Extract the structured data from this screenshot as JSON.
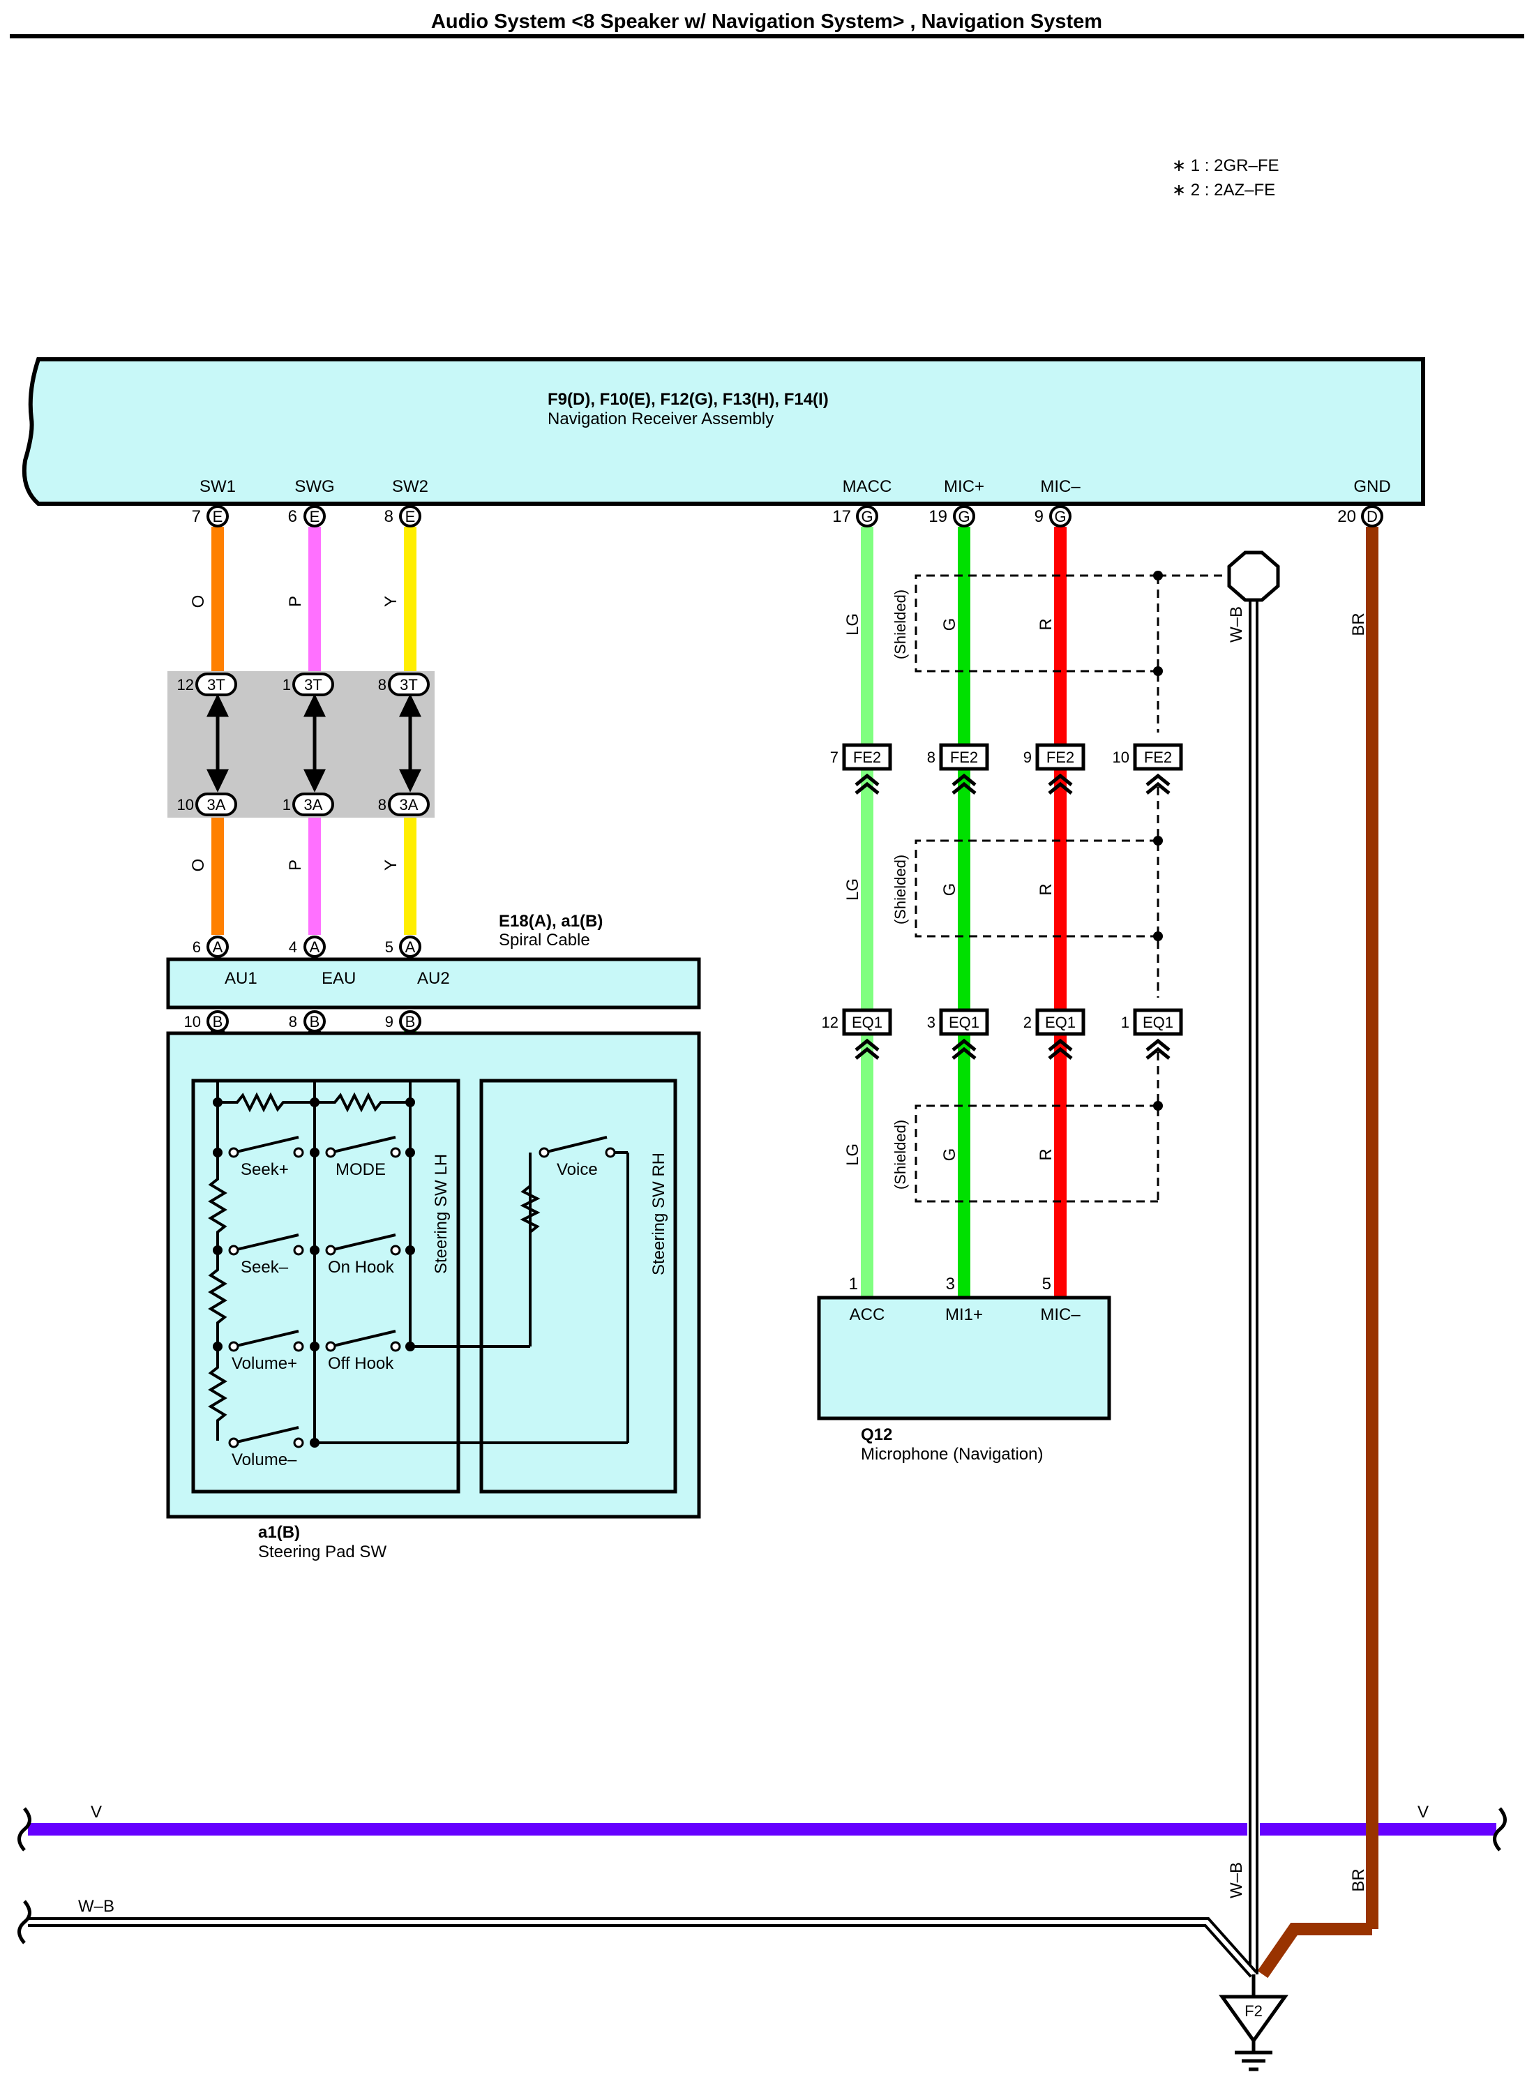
{
  "title": "Audio System <8 Speaker w/ Navigation System> , Navigation System",
  "notes": [
    {
      "mark": "∗",
      "text": "1 : 2GR–FE"
    },
    {
      "mark": "∗",
      "text": "2 : 2AZ–FE"
    }
  ],
  "nav_receiver": {
    "connectors": "F9(D), F10(E), F12(G), F13(H), F14(I)",
    "name": "Navigation Receiver Assembly",
    "pins": [
      {
        "label": "SW1",
        "num": "7",
        "conn": "E"
      },
      {
        "label": "SWG",
        "num": "6",
        "conn": "E"
      },
      {
        "label": "SW2",
        "num": "8",
        "conn": "E"
      },
      {
        "label": "MACC",
        "num": "17",
        "conn": "G"
      },
      {
        "label": "MIC+",
        "num": "19",
        "conn": "G"
      },
      {
        "label": "MIC–",
        "num": "9",
        "conn": "G"
      },
      {
        "label": "GND",
        "num": "20",
        "conn": "D"
      }
    ]
  },
  "wire_colors": {
    "O": "#ff8000",
    "P": "#ff70ff",
    "Y": "#ffee00",
    "LG": "#80ff80",
    "G": "#00e000",
    "R": "#ff0000",
    "BR": "#993300",
    "V": "#6600ff",
    "W": "#ffffff",
    "B": "#000000",
    "box": "#c8f8f8",
    "junction": "#c8c8c8"
  },
  "wires": {
    "sw1": "O",
    "swg": "P",
    "sw2": "Y",
    "macc": "LG",
    "mic_plus": "G",
    "mic_minus": "R",
    "shielded": "(Shielded)",
    "ground_label": "W–B",
    "gnd": "BR",
    "bus_v": "V",
    "bus_wb": "W–B",
    "pad_w": "W",
    "pad_b": "B",
    "pad_g": "G"
  },
  "junction_3T": [
    {
      "num": "12",
      "conn": "3T"
    },
    {
      "num": "1",
      "conn": "3T"
    },
    {
      "num": "8",
      "conn": "3T"
    }
  ],
  "junction_3A": [
    {
      "num": "10",
      "conn": "3A"
    },
    {
      "num": "1",
      "conn": "3A"
    },
    {
      "num": "8",
      "conn": "3A"
    }
  ],
  "spiral_cable": {
    "connectors": "E18(A), a1(B)",
    "name": "Spiral Cable",
    "top_pins": [
      {
        "num": "6",
        "conn": "A"
      },
      {
        "num": "4",
        "conn": "A"
      },
      {
        "num": "5",
        "conn": "A"
      }
    ],
    "labels": [
      "AU1",
      "EAU",
      "AU2"
    ],
    "bottom_pins": [
      {
        "num": "10",
        "conn": "B"
      },
      {
        "num": "8",
        "conn": "B"
      },
      {
        "num": "9",
        "conn": "B"
      }
    ]
  },
  "steering_pad": {
    "connectors": "a1(B)",
    "name": "Steering Pad SW",
    "lh_label": "Steering SW LH",
    "rh_label": "Steering SW RH",
    "switches": [
      "Seek+",
      "MODE",
      "Seek–",
      "On Hook",
      "Volume+",
      "Off Hook",
      "Volume–",
      "Voice"
    ]
  },
  "fe2": [
    {
      "num": "7",
      "conn": "FE2"
    },
    {
      "num": "8",
      "conn": "FE2"
    },
    {
      "num": "9",
      "conn": "FE2"
    },
    {
      "num": "10",
      "conn": "FE2"
    }
  ],
  "eq1": [
    {
      "num": "12",
      "conn": "EQ1"
    },
    {
      "num": "3",
      "conn": "EQ1"
    },
    {
      "num": "2",
      "conn": "EQ1"
    },
    {
      "num": "1",
      "conn": "EQ1"
    }
  ],
  "microphone": {
    "id": "Q12",
    "name": "Microphone (Navigation)",
    "pins": [
      {
        "num": "1",
        "label": "ACC"
      },
      {
        "num": "3",
        "label": "MI1+"
      },
      {
        "num": "5",
        "label": "MIC–"
      }
    ]
  },
  "ground_point": "F2"
}
